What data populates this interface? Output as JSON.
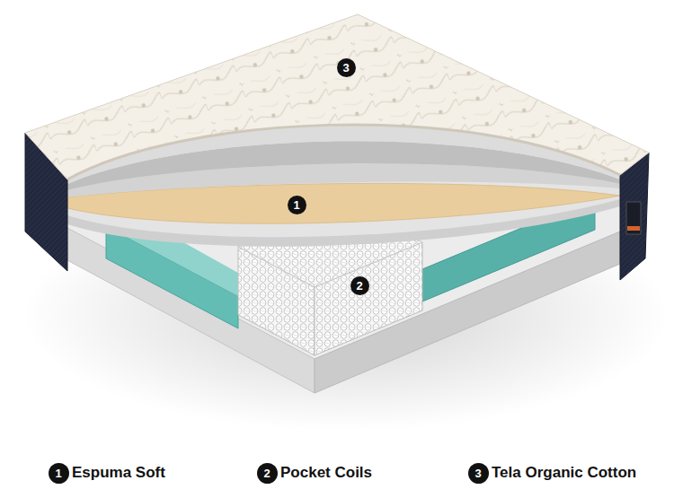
{
  "diagram": {
    "nodes": [
      {
        "text": [
          "3"
        ]
      },
      {
        "text": [
          "1"
        ]
      },
      {
        "text": [
          "2"
        ]
      },
      {
        "text": [
          "1"
        ]
      },
      {
        "text": [
          "2"
        ]
      },
      {
        "text": [
          "3"
        ]
      }
    ],
    "labels": [
      "Espuma Soft",
      "Pocket Coils",
      "Tela Organic Cotton"
    ]
  }
}
